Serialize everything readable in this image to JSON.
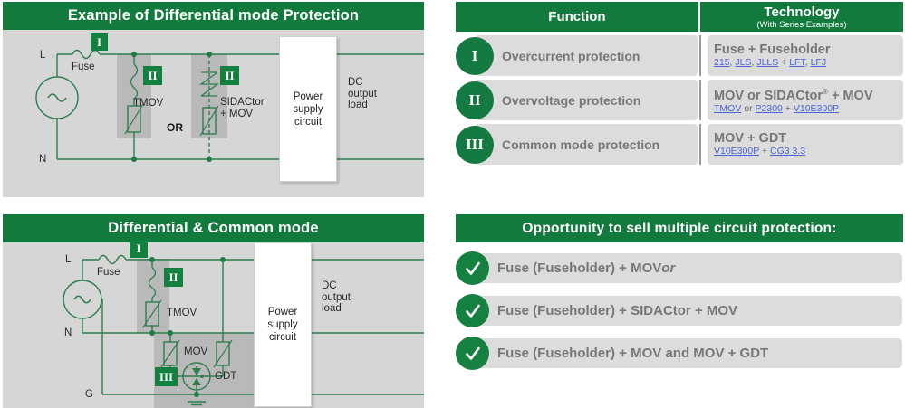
{
  "diagram1": {
    "title": "Example of Differential mode Protection",
    "labels": {
      "line": "L",
      "neutral": "N",
      "fuse": "Fuse",
      "tmov": "TMOV",
      "sidactor": "SIDACtor\n+ MOV",
      "or": "OR",
      "power_supply": "Power\nsupply\ncircuit",
      "dc_load": "DC\noutput\nload"
    },
    "chips": [
      "I",
      "II",
      "II"
    ]
  },
  "diagram2": {
    "title": "Differential & Common mode",
    "labels": {
      "line": "L",
      "neutral": "N",
      "ground": "G",
      "fuse": "Fuse",
      "tmov": "TMOV",
      "mov": "MOV",
      "gdt": "GDT",
      "power_supply": "Power\nsupply\ncircuit",
      "dc_load": "DC\noutput\nload"
    },
    "chips": [
      "I",
      "II",
      "III"
    ]
  },
  "table": {
    "header": {
      "function": "Function",
      "technology": "Technology",
      "technology_sub": "(With Series Examples)"
    },
    "rows": [
      {
        "numeral": "I",
        "function": "Overcurrent protection",
        "tech_main": "Fuse + Fuseholder",
        "tech_sub_parts": [
          {
            "text": "215",
            "link": true
          },
          {
            "text": ", ",
            "link": false
          },
          {
            "text": "JLS",
            "link": true
          },
          {
            "text": ", ",
            "link": false
          },
          {
            "text": "JLLS",
            "link": true
          },
          {
            "text": " + ",
            "link": false
          },
          {
            "text": "LFT",
            "link": true
          },
          {
            "text": ", ",
            "link": false
          },
          {
            "text": "LFJ",
            "link": true
          }
        ]
      },
      {
        "numeral": "II",
        "function": "Overvoltage protection",
        "tech_main": "MOV or SIDACtor® + MOV",
        "tech_sub_parts": [
          {
            "text": "TMOV",
            "link": true
          },
          {
            "text": " or ",
            "link": false
          },
          {
            "text": "P2300",
            "link": true
          },
          {
            "text": " + ",
            "link": false
          },
          {
            "text": "V10E300P",
            "link": true
          }
        ]
      },
      {
        "numeral": "III",
        "function": "Common mode protection",
        "tech_main": "MOV + GDT",
        "tech_sub_parts": [
          {
            "text": "V10E300P",
            "link": true
          },
          {
            "text": " + ",
            "link": false
          },
          {
            "text": "CG3 3.3",
            "link": true
          }
        ]
      }
    ]
  },
  "opportunity": {
    "title": "Opportunity to sell multiple circuit protection:",
    "items": [
      {
        "text": "Fuse (Fuseholder) + MOV ",
        "italic_tail": "or"
      },
      {
        "text": "Fuse (Fuseholder) + SIDACtor + MOV",
        "italic_tail": ""
      },
      {
        "text": "Fuse (Fuseholder) + MOV and MOV + GDT",
        "italic_tail": ""
      }
    ]
  },
  "colors": {
    "brand_green": "#137a3e",
    "circle_green": "#157a41",
    "panel_grey": "#d6d6d6",
    "row_grey": "#dcdcdc",
    "text_grey": "#777777",
    "link_blue": "#4a63d6",
    "wire_green": "#2f7d4f"
  }
}
